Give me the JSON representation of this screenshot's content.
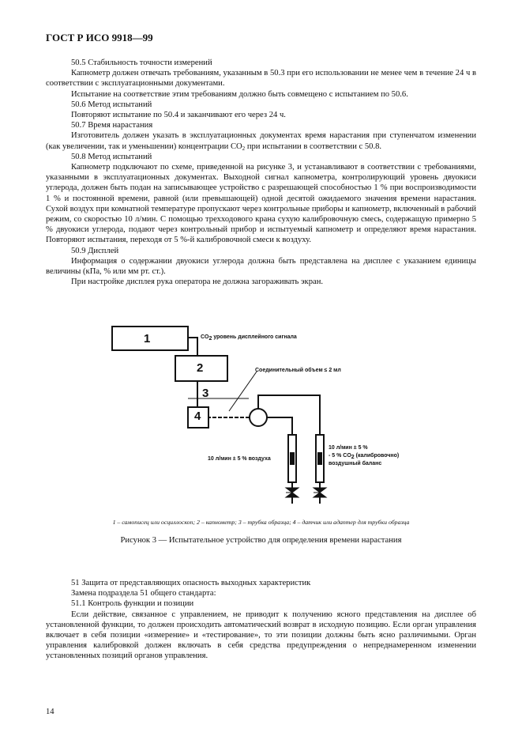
{
  "header": {
    "title": "ГОСТ Р ИСО 9918—99"
  },
  "body1": {
    "p1": "50.5 Стабильность точности измерений",
    "p2": "Капнометр должен отвечать требованиям, указанным в 50.3 при его использовании не менее чем в течение 24 ч в соответствии с эксплуатационными документами.",
    "p3": "Испытание на соответствие этим требованиям должно быть совмещено с испытанием по 50.6.",
    "p4": "50.6 Метод испытаний",
    "p5": "Повторяют испытание по 50.4 и заканчивают его через 24 ч.",
    "p6": "50.7 Время нарастания",
    "p7a": "Изготовитель должен указать в эксплуатационных документах время нарастания при ступенчатом изменении (как увеличении, так и уменьшении) концентрации CO",
    "p7sub": "2",
    "p7b": " при испытании в соответствии с 50.8.",
    "p8": "50.8 Метод испытаний",
    "p9": "Капнометр подключают по схеме, приведенной на рисунке 3, и устанавливают в соответствии с требованиями, указанными в эксплуатационных документах. Выходной сигнал капнометра, контролирующий уровень двуокиси углерода, должен быть подан на записывающее устройство с разрешающей способностью 1 % при воспроизводимости 1 % и постоянной времени, равной (или превышающей) одной десятой ожидаемого значения времени нарастания. Сухой воздух при комнатной температуре пропускают через контрольные приборы и капнометр, включенный в рабочий режим, со скоростью 10 л/мин. С помощью трехходового крана сухую калибровочную смесь, содержащую примерно 5 % двуокиси углерода, подают через контрольный прибор и испытуемый капнометр и определяют время нарастания. Повторяют испытания, переходя от 5 %-й калибровочной смеси к воздуху.",
    "p10": "50.9 Дисплей",
    "p11": "Информация о содержании двуокиси углерода должна быть представлена на дисплее с указанием единицы величины (кПа, % или мм рт. ст.).",
    "p12": "При настройке дисплея рука оператора не должна загораживать экран."
  },
  "figure": {
    "box1": "1",
    "box2": "2",
    "box3": "3",
    "box4": "4",
    "co2_label_a": "CO",
    "co2_label_sub": "2",
    "co2_label_b": " уровень дисплейного сигнала",
    "volume_label": "Соединительный объем ≤ 2 мл",
    "left_flow_label": "10 л/мин ± 5 % воздуха",
    "right_flow_line1": "10 л/мин ± 5 %",
    "right_flow_line2a": "- 5 % CO",
    "right_flow_line2sub": "2",
    "right_flow_line2b": " (калибровочно)",
    "right_flow_line3": "воздушный баланс",
    "legend": "1 – самописец или осциллоскоп; 2 – капнометр; 3 – трубка образца; 4 – датчик или адаптер для трубки образца",
    "caption": "Рисунок 3 — Испытательное устройство для определения времени нарастания"
  },
  "body2": {
    "p1": "51 Защита от представляющих опасность выходных характеристик",
    "p2": "Замена подраздела 51 общего стандарта:",
    "p3": "51.1 Контроль функции и позиции",
    "p4": "Если действие, связанное с управлением, не приводит к получению ясного представления на дисплее об установленной функции, то должен происходить автоматический возврат в исходную позицию. Если орган управления включает в себя позиции «измерение» и «тестирование», то эти позиции должны быть ясно различимыми. Орган управления калибровкой должен включать в себя средства предупреждения о непреднамеренном изменении установленных позиций органов управления."
  },
  "page_number": "14"
}
